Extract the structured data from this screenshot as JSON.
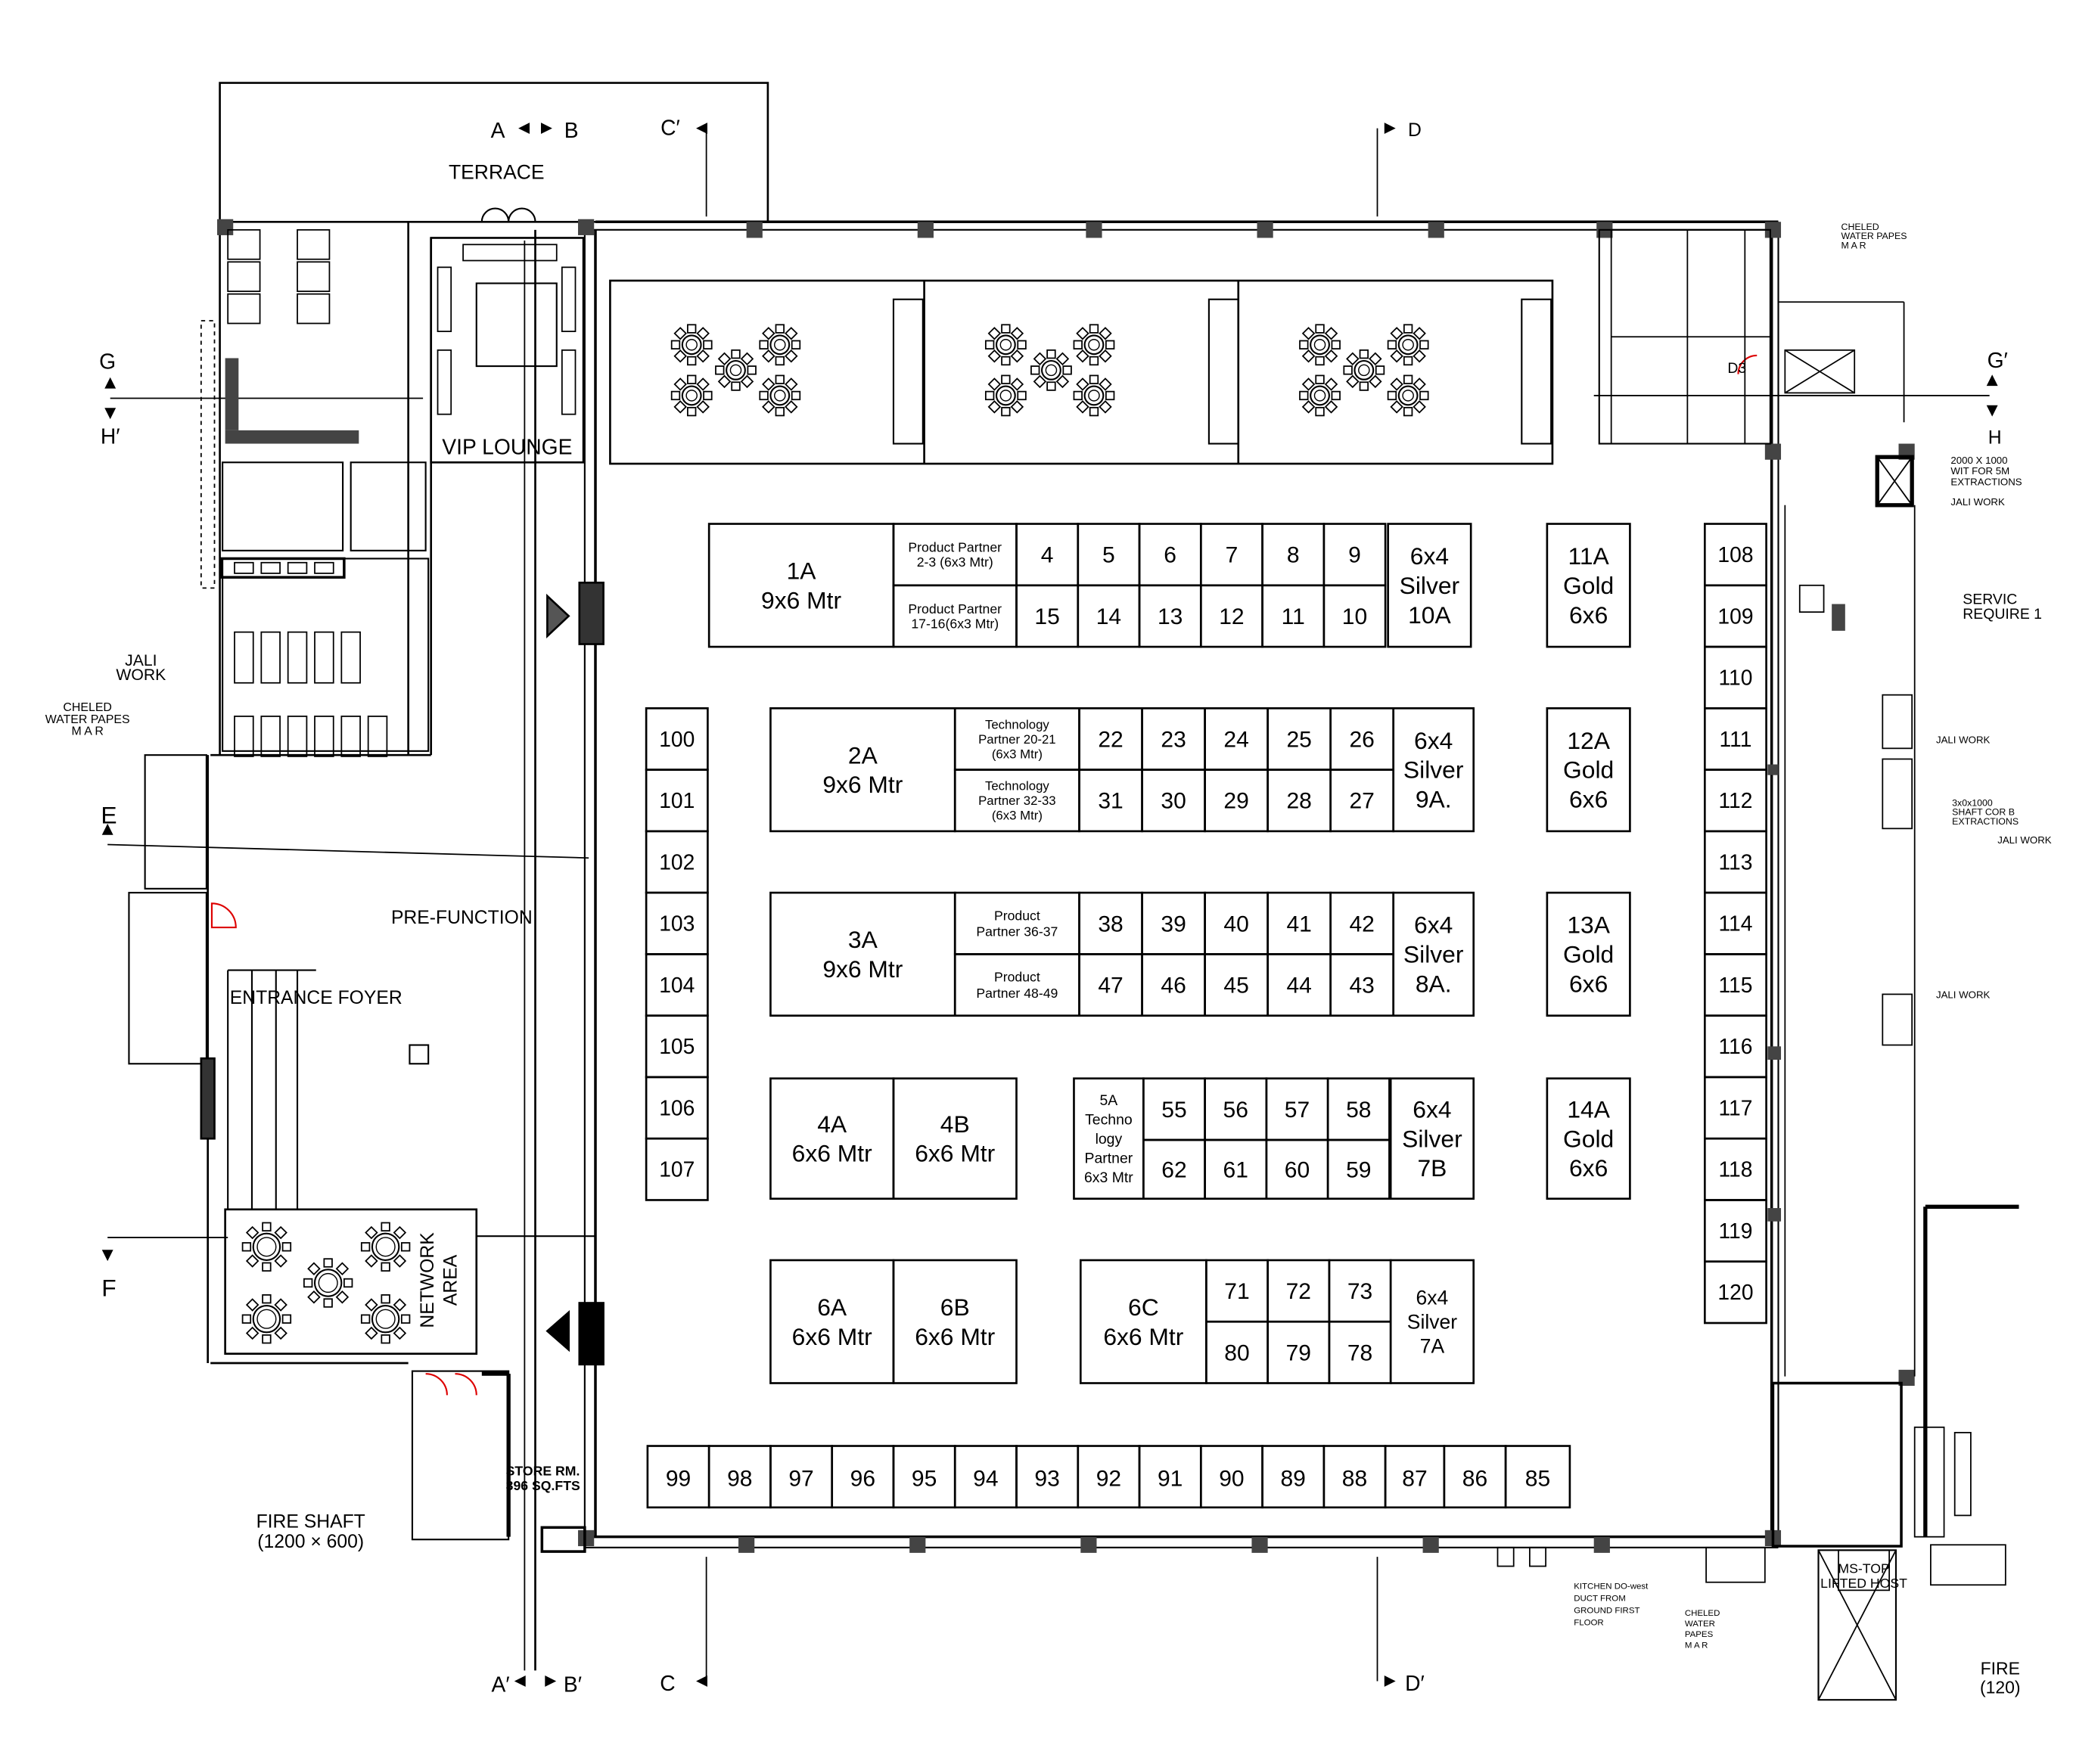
{
  "section_markers": {
    "a_top": "A",
    "b_top": "B",
    "c_top": "C′",
    "d_top": "D",
    "g_left": "G",
    "h_left": "H′",
    "g_right": "G′",
    "h_right": "H",
    "e_left": "E",
    "f_left": "F",
    "a_bottom": "A′",
    "b_bottom": "B′",
    "c_bottom": "C",
    "d_bottom": "D′"
  },
  "rooms": {
    "terrace": "TERRACE",
    "vip_lounge": "VIP LOUNGE",
    "pre_function": "PRE-FUNCTION",
    "entrance_foyer": "ENTRANCE FOYER",
    "network_area": [
      "NETWORK",
      "AREA"
    ],
    "store_rm": [
      "STORE RM.",
      "396 SQ.FTS"
    ],
    "fire_shaft": [
      "FIRE SHAFT",
      "(1200 × 600)"
    ],
    "d3": "D3",
    "ms_top": [
      "MS-TOP",
      "LIFTED HOST"
    ],
    "fire_right": [
      "FIRE",
      "(120)"
    ]
  },
  "notes": {
    "jali_work_left": [
      "JALI",
      "WORK"
    ],
    "cheled_left": [
      "CHELED",
      "WATER PAPES",
      "M A R"
    ],
    "cheled_top_right": [
      "CHELED",
      "WATER PAPES",
      "M A R"
    ],
    "wit_shaft": [
      "2000 X 1000",
      "WIT FOR 5M",
      "EXTRACTIONS"
    ],
    "jali_1": "JALI WORK",
    "service": [
      "SERVIC",
      "REQUIRE 1"
    ],
    "jali_2": "JALI WORK",
    "shaft_cor": [
      "3x0x1000",
      "SHAFT COR B",
      "EXTRACTIONS"
    ],
    "jali_3": "JALI WORK",
    "jali_4": "JALI WORK",
    "kitchen_duct": [
      "KITCHEN DO-west",
      "DUCT FROM",
      "GROUND FIRST",
      "FLOOR"
    ],
    "cheled_bottom": [
      "CHELED",
      "WATER",
      "PAPES",
      "M A R"
    ]
  },
  "booths": {
    "b1a": [
      "1A",
      "9x6 Mtr"
    ],
    "pp_2_3": [
      "Product Partner",
      "2-3 (6x3 Mtr)"
    ],
    "pp_17_16": [
      "Product Partner",
      "17-16(6x3 Mtr)"
    ],
    "row1_top": [
      "4",
      "5",
      "6",
      "7",
      "8",
      "9"
    ],
    "row1_bot": [
      "15",
      "14",
      "13",
      "12",
      "11",
      "10"
    ],
    "s10a": [
      "6x4",
      "Silver",
      "10A"
    ],
    "g11a": [
      "11A",
      "Gold",
      "6x6"
    ],
    "b2a": [
      "2A",
      "9x6 Mtr"
    ],
    "tp_20_21": [
      "Technology",
      "Partner 20-21",
      "(6x3 Mtr)"
    ],
    "tp_32_33": [
      "Technology",
      "Partner 32-33",
      "(6x3 Mtr)"
    ],
    "row2_top": [
      "22",
      "23",
      "24",
      "25",
      "26"
    ],
    "row2_bot": [
      "31",
      "30",
      "29",
      "28",
      "27"
    ],
    "s9a": [
      "6x4",
      "Silver",
      "9A."
    ],
    "g12a": [
      "12A",
      "Gold",
      "6x6"
    ],
    "b3a": [
      "3A",
      "9x6 Mtr"
    ],
    "pp_36_37": [
      "Product",
      "Partner 36-37"
    ],
    "pp_48_49": [
      "Product",
      "Partner 48-49"
    ],
    "row3_top": [
      "38",
      "39",
      "40",
      "41",
      "42"
    ],
    "row3_bot": [
      "47",
      "46",
      "45",
      "44",
      "43"
    ],
    "s8a": [
      "6x4",
      "Silver",
      "8A."
    ],
    "g13a": [
      "13A",
      "Gold",
      "6x6"
    ],
    "b4a": [
      "4A",
      "6x6 Mtr"
    ],
    "b4b": [
      "4B",
      "6x6 Mtr"
    ],
    "b5a": [
      "5A",
      "Techno",
      "logy",
      "Partner",
      "6x3 Mtr"
    ],
    "row4_top": [
      "55",
      "56",
      "57",
      "58"
    ],
    "row4_bot": [
      "62",
      "61",
      "60",
      "59"
    ],
    "s7b": [
      "6x4",
      "Silver",
      "7B"
    ],
    "g14a": [
      "14A",
      "Gold",
      "6x6"
    ],
    "b6a": [
      "6A",
      "6x6 Mtr"
    ],
    "b6b": [
      "6B",
      "6x6 Mtr"
    ],
    "b6c": [
      "6C",
      "6x6 Mtr"
    ],
    "row5_top": [
      "71",
      "72",
      "73"
    ],
    "row5_bot": [
      "80",
      "79",
      "78"
    ],
    "s7a": [
      "6x4",
      "Silver",
      "7A"
    ],
    "left_col": [
      "100",
      "101",
      "102",
      "103",
      "104",
      "105",
      "106",
      "107"
    ],
    "right_col": [
      "108",
      "109",
      "110",
      "111",
      "112",
      "113",
      "114",
      "115",
      "116",
      "117",
      "118",
      "119",
      "120"
    ],
    "bottom_row": [
      "99",
      "98",
      "97",
      "96",
      "95",
      "94",
      "93",
      "92",
      "91",
      "90",
      "89",
      "88",
      "87",
      "86",
      "85"
    ]
  }
}
